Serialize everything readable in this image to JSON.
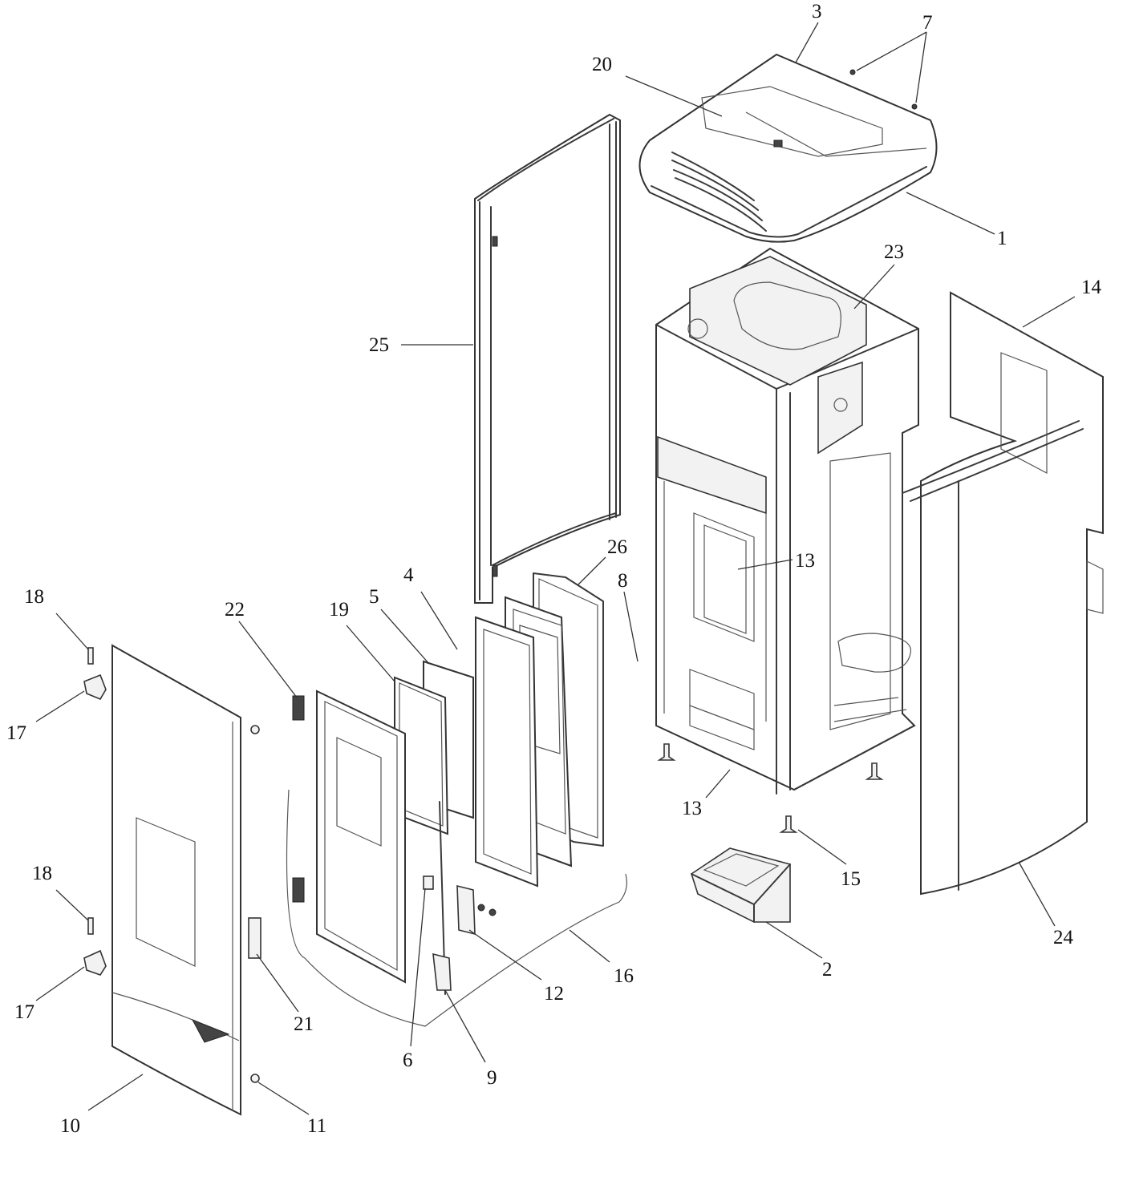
{
  "callouts": [
    {
      "id": "c1",
      "text": "1"
    },
    {
      "id": "c2",
      "text": "2"
    },
    {
      "id": "c3",
      "text": "3"
    },
    {
      "id": "c4",
      "text": "4"
    },
    {
      "id": "c5",
      "text": "5"
    },
    {
      "id": "c6",
      "text": "6"
    },
    {
      "id": "c7",
      "text": "7"
    },
    {
      "id": "c8",
      "text": "8"
    },
    {
      "id": "c9",
      "text": "9"
    },
    {
      "id": "c10",
      "text": "10"
    },
    {
      "id": "c11",
      "text": "11"
    },
    {
      "id": "c12",
      "text": "12"
    },
    {
      "id": "c13a",
      "text": "13"
    },
    {
      "id": "c13b",
      "text": "13"
    },
    {
      "id": "c14",
      "text": "14"
    },
    {
      "id": "c15",
      "text": "15"
    },
    {
      "id": "c16",
      "text": "16"
    },
    {
      "id": "c17a",
      "text": "17"
    },
    {
      "id": "c17b",
      "text": "17"
    },
    {
      "id": "c18a",
      "text": "18"
    },
    {
      "id": "c18b",
      "text": "18"
    },
    {
      "id": "c19",
      "text": "19"
    },
    {
      "id": "c20",
      "text": "20"
    },
    {
      "id": "c21",
      "text": "21"
    },
    {
      "id": "c22",
      "text": "22"
    },
    {
      "id": "c23",
      "text": "23"
    },
    {
      "id": "c24",
      "text": "24"
    },
    {
      "id": "c25",
      "text": "25"
    },
    {
      "id": "c26",
      "text": "26"
    }
  ]
}
